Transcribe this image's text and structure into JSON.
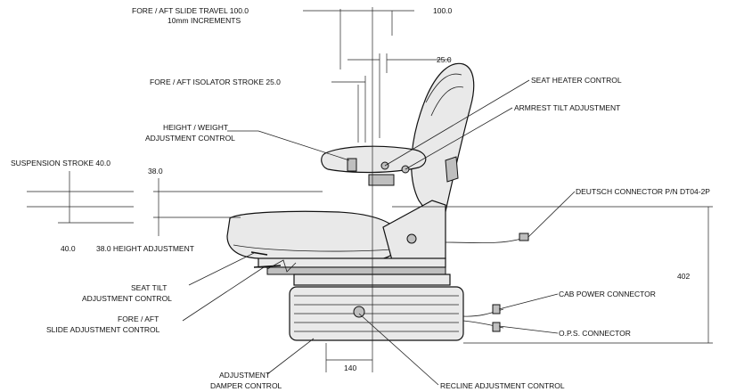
{
  "labels": {
    "fore_aft_slide_travel": "FORE / AFT SLIDE TRAVEL  100.0",
    "increments": "10mm INCREMENTS",
    "dim_100": "100.0",
    "dim_25": "25.0",
    "fore_aft_isolator": "FORE / AFT ISOLATOR STROKE  25.0",
    "seat_heater": "SEAT HEATER CONTROL",
    "armrest_tilt": "ARMREST TILT ADJUSTMENT",
    "height_weight_1": "HEIGHT / WEIGHT",
    "height_weight_2": "ADJUSTMENT CONTROL",
    "suspension_stroke": "SUSPENSION STROKE 40.0",
    "dim_38_top": "38.0",
    "dim_40_bottom": "40.0",
    "height_adjustment": "38.0 HEIGHT ADJUSTMENT",
    "deutsch_connector": "DEUTSCH CONNECTOR P/N DT04-2P",
    "seat_tilt_1": "SEAT TILT",
    "seat_tilt_2": "ADJUSTMENT CONTROL",
    "slide_adj_1": "FORE / AFT",
    "slide_adj_2": "SLIDE ADJUSTMENT CONTROL",
    "cab_power": "CAB POWER CONNECTOR",
    "ops_connector": "O.P.S. CONNECTOR",
    "dim_402": "402",
    "dim_140": "140",
    "damper_1": "ADJUSTMENT",
    "damper_2": "DAMPER CONTROL",
    "recline": "RECLINE ADJUSTMENT CONTROL"
  }
}
